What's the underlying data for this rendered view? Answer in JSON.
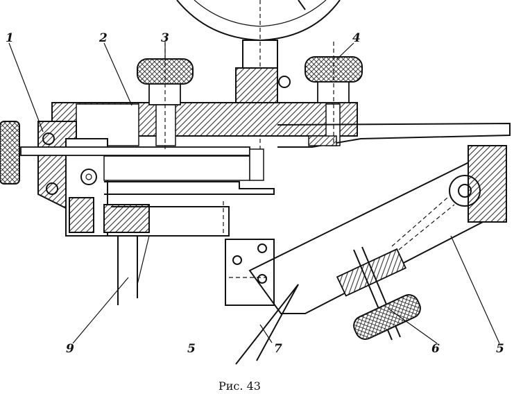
{
  "figure": {
    "caption": "Рис. 43",
    "labels": [
      "1",
      "2",
      "3",
      "4",
      "9",
      "5",
      "7",
      "6",
      "5"
    ]
  },
  "colors": {
    "ink": "#111111",
    "paper": "#ffffff",
    "hatch": "#333333"
  },
  "icons": [
    "knurled-knob-icon",
    "screw-icon",
    "pivot-icon"
  ]
}
